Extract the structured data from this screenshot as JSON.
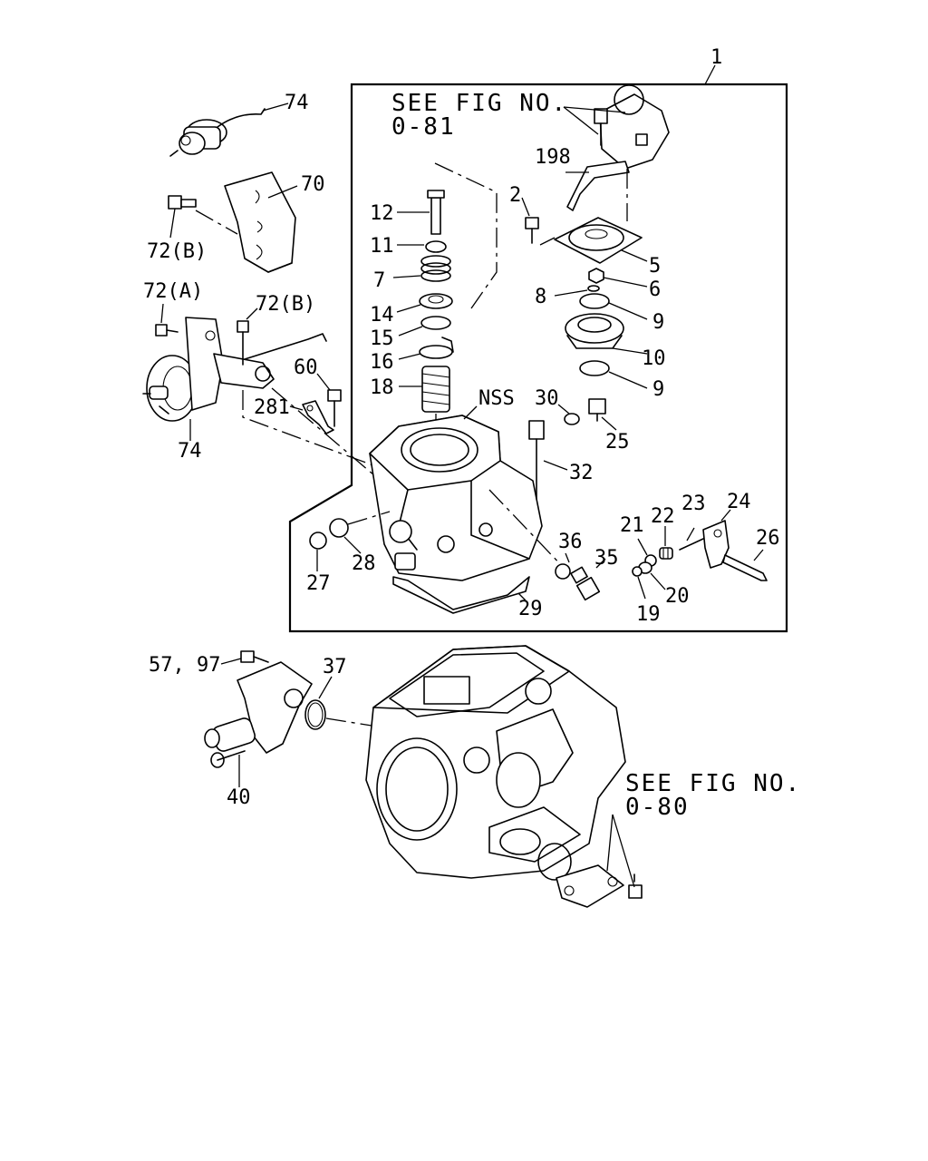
{
  "references": {
    "upper": {
      "line1": "SEE FIG NO.",
      "line2": "0-81"
    },
    "lower": {
      "line1": "SEE FIG NO.",
      "line2": "0-80"
    }
  },
  "callouts": {
    "c1": "1",
    "c2": "2",
    "c5": "5",
    "c6": "6",
    "c7": "7",
    "c8": "8",
    "c9a": "9",
    "c9b": "9",
    "c10": "10",
    "c11": "11",
    "c12": "12",
    "c14": "14",
    "c15": "15",
    "c16": "16",
    "c18": "18",
    "c19": "19",
    "c20": "20",
    "c21": "21",
    "c22": "22",
    "c23": "23",
    "c24": "24",
    "c25": "25",
    "c26": "26",
    "c27": "27",
    "c28": "28",
    "c29": "29",
    "c30": "30",
    "c32": "32",
    "c35": "35",
    "c36": "36",
    "c37": "37",
    "c40": "40",
    "c5797": "57, 97",
    "c60": "60",
    "c70": "70",
    "c72a": "72(A)",
    "c72b1": "72(B)",
    "c72b2": "72(B)",
    "c74a": "74",
    "c74b": "74",
    "c198": "198",
    "c281": "281",
    "cnss": "NSS"
  }
}
